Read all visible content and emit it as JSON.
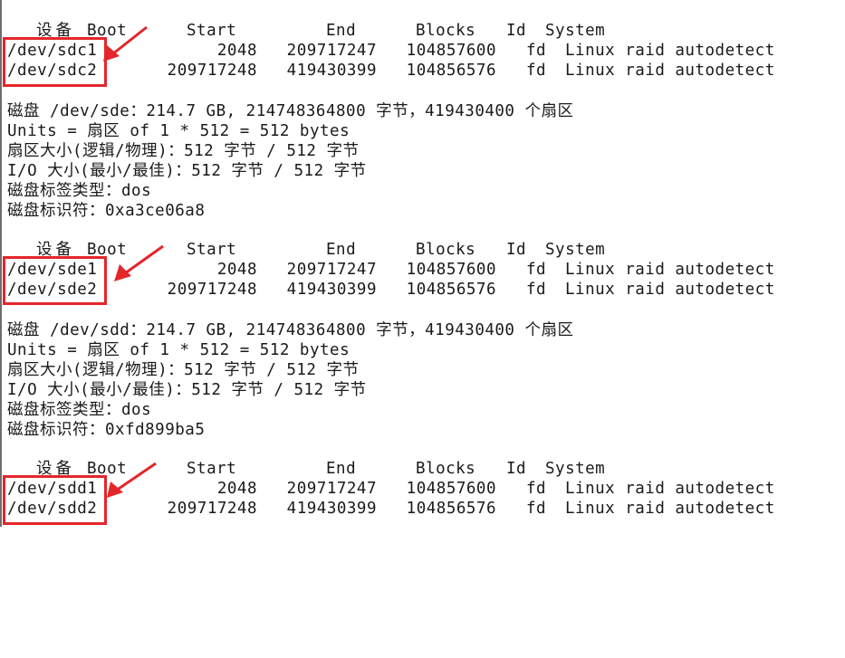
{
  "partition_header": {
    "device": "设备",
    "boot": "Boot",
    "start": "Start",
    "end": "End",
    "blocks": "Blocks",
    "id": "Id",
    "system": "System"
  },
  "block1": {
    "rows": [
      {
        "device": "/dev/sdc1",
        "start": "2048",
        "end": "209717247",
        "blocks": "104857600",
        "id": "fd",
        "system": "Linux raid autodetect"
      },
      {
        "device": "/dev/sdc2",
        "start": "209717248",
        "end": "419430399",
        "blocks": "104856576",
        "id": "fd",
        "system": "Linux raid autodetect"
      }
    ]
  },
  "disk_sde": {
    "line1": "磁盘 /dev/sde：214.7 GB, 214748364800 字节，419430400 个扇区",
    "line2": "Units = 扇区 of 1 * 512 = 512 bytes",
    "line3": "扇区大小(逻辑/物理)：512 字节 / 512 字节",
    "line4": "I/O 大小(最小/最佳)：512 字节 / 512 字节",
    "line5": "磁盘标签类型：dos",
    "line6": "磁盘标识符：0xa3ce06a8"
  },
  "block2": {
    "rows": [
      {
        "device": "/dev/sde1",
        "start": "2048",
        "end": "209717247",
        "blocks": "104857600",
        "id": "fd",
        "system": "Linux raid autodetect"
      },
      {
        "device": "/dev/sde2",
        "start": "209717248",
        "end": "419430399",
        "blocks": "104856576",
        "id": "fd",
        "system": "Linux raid autodetect"
      }
    ]
  },
  "disk_sdd": {
    "line1": "磁盘 /dev/sdd：214.7 GB, 214748364800 字节，419430400 个扇区",
    "line2": "Units = 扇区 of 1 * 512 = 512 bytes",
    "line3": "扇区大小(逻辑/物理)：512 字节 / 512 字节",
    "line4": "I/O 大小(最小/最佳)：512 字节 / 512 字节",
    "line5": "磁盘标签类型：dos",
    "line6": "磁盘标识符：0xfd899ba5"
  },
  "block3": {
    "rows": [
      {
        "device": "/dev/sdd1",
        "start": "2048",
        "end": "209717247",
        "blocks": "104857600",
        "id": "fd",
        "system": "Linux raid autodetect"
      },
      {
        "device": "/dev/sdd2",
        "start": "209717248",
        "end": "419430399",
        "blocks": "104856576",
        "id": "fd",
        "system": "Linux raid autodetect"
      }
    ]
  },
  "colors": {
    "highlight": "#e4262b",
    "text": "#1a1a1a",
    "background": "#ffffff"
  }
}
